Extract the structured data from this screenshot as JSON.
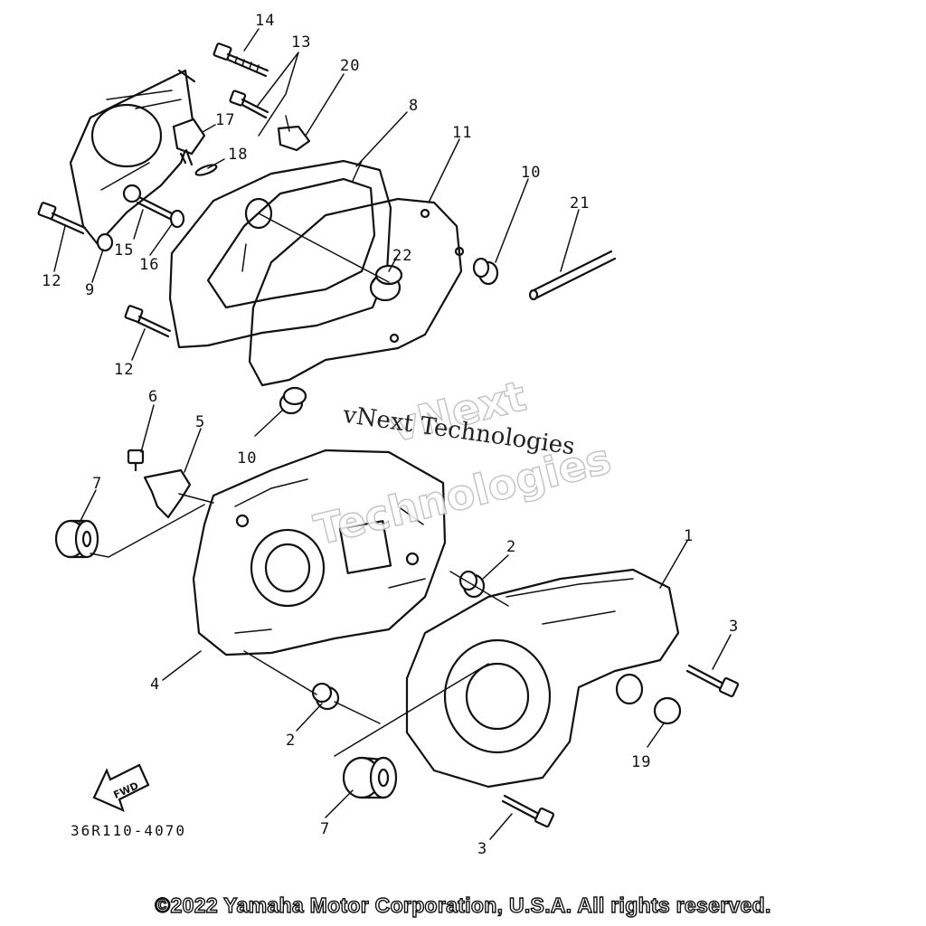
{
  "callouts": {
    "c1": "1",
    "c2a": "2",
    "c2b": "2",
    "c3a": "3",
    "c3b": "3",
    "c4": "4",
    "c5": "5",
    "c6": "6",
    "c7a": "7",
    "c7b": "7",
    "c8": "8",
    "c9": "9",
    "c10a": "10",
    "c10b": "10",
    "c11": "11",
    "c12a": "12",
    "c12b": "12",
    "c13": "13",
    "c14": "14",
    "c15": "15",
    "c16": "16",
    "c17": "17",
    "c18": "18",
    "c19": "19",
    "c20": "20",
    "c21": "21",
    "c22": "22"
  },
  "direction_label": "FWD",
  "reference_code": "36R110-4070",
  "watermark": {
    "serif_line": "vNext Technologies",
    "outline_line1": "vNext",
    "outline_line2": "Technologies"
  },
  "copyright": "©2022 Yamaha Motor Corporation, U.S.A. All rights reserved."
}
